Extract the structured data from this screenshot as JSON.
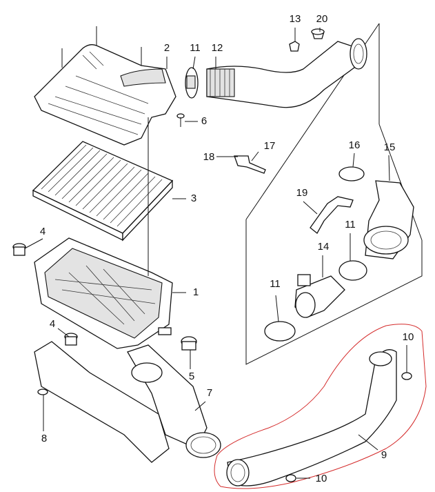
{
  "callouts": {
    "c1": "1",
    "c2": "2",
    "c3": "3",
    "c4a": "4",
    "c4b": "4",
    "c5": "5",
    "c6": "6",
    "c7": "7",
    "c8": "8",
    "c9": "9",
    "c10a": "10",
    "c10b": "10",
    "c11a": "11",
    "c11b": "11",
    "c11c": "11",
    "c12": "12",
    "c13": "13",
    "c14": "14",
    "c15": "15",
    "c16": "16",
    "c17": "17",
    "c18": "18",
    "c19": "19",
    "c20": "20"
  },
  "colors": {
    "highlight_outline": "#d42a2a",
    "line": "#111111",
    "shade": "#e3e3e3"
  }
}
